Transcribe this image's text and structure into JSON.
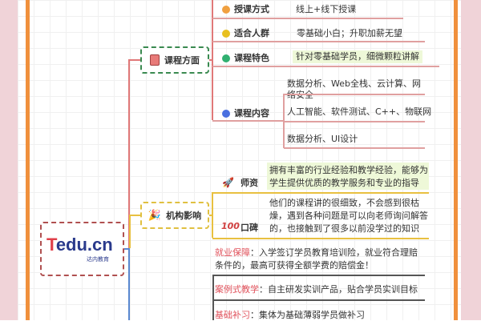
{
  "root": {
    "logo_text": "Tedu.cn",
    "logo_sub": "达内教育"
  },
  "course": {
    "title": "课程方面",
    "items": [
      {
        "label": "授课方式",
        "value": "线上+线下授课",
        "color": "#f0a040"
      },
      {
        "label": "适合人群",
        "value": "零基础小白；升职加薪无望",
        "color": "#e8c020"
      },
      {
        "label": "课程特色",
        "value": "针对零基础学员，细微颗粒讲解",
        "color": "#30b070"
      },
      {
        "label": "课程内容",
        "color": "#4a70e0",
        "lines": [
          "数据分析、Web全栈、云计算、网络安全",
          "人工智能、软件测试、C++、物联网",
          "数据分析、UI设计"
        ]
      }
    ]
  },
  "influence": {
    "title": "机构影响",
    "items": [
      {
        "label": "师资",
        "line1": "拥有丰富的行业经验和教学经验，能够为",
        "line2": "学生提供优质的教学服务和专业的指导"
      },
      {
        "label": "口碑",
        "line1": "他们的课程讲的很细致，不会感到很枯",
        "line2": "燥，遇到各种问题是可以向老师询问解答",
        "line3": "的，也接触到了很多以前没学过的知识"
      }
    ]
  },
  "guarantees": [
    {
      "key": "就业保障",
      "line1": "：入学签订学员教育培训险，就业符合理赔",
      "line2": "条件的，最高可获得全额学费的赔偿金！"
    },
    {
      "key": "案例式教学",
      "line1": "：自主研发实训产品，贴合学员实训目标"
    },
    {
      "key": "基础补习",
      "line1": "：集体为基础薄弱学员做补习"
    }
  ],
  "colors": {
    "accent_orange": "#f0903c",
    "course_branch": "#e07878",
    "influence_branch": "#e8c040",
    "guarantee_branch": "#5a88d0",
    "background_pink": "#f0d3d8"
  }
}
